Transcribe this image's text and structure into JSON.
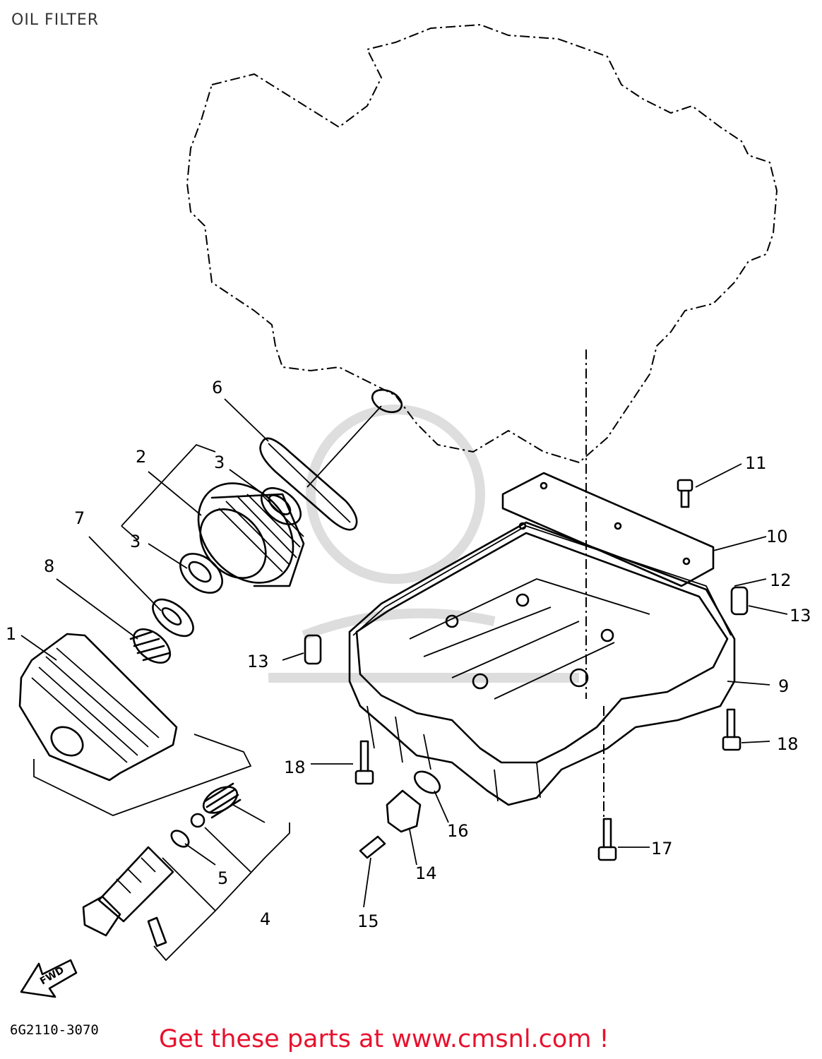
{
  "page": {
    "title": "OIL FILTER",
    "diagram_code": "6G2110-3070",
    "cta": "Get these parts at www.cmsnl.com !",
    "fwd_label": "FWD",
    "watermark_name": "watermark-logo"
  },
  "callouts": [
    {
      "id": "1",
      "label": "1"
    },
    {
      "id": "2",
      "label": "2"
    },
    {
      "id": "3a",
      "label": "3"
    },
    {
      "id": "3b",
      "label": "3"
    },
    {
      "id": "4",
      "label": "4"
    },
    {
      "id": "5",
      "label": "5"
    },
    {
      "id": "6",
      "label": "6"
    },
    {
      "id": "7",
      "label": "7"
    },
    {
      "id": "8",
      "label": "8"
    },
    {
      "id": "9",
      "label": "9"
    },
    {
      "id": "10",
      "label": "10"
    },
    {
      "id": "11",
      "label": "11"
    },
    {
      "id": "12",
      "label": "12"
    },
    {
      "id": "13a",
      "label": "13"
    },
    {
      "id": "13b",
      "label": "13"
    },
    {
      "id": "14",
      "label": "14"
    },
    {
      "id": "15",
      "label": "15"
    },
    {
      "id": "16",
      "label": "16"
    },
    {
      "id": "17",
      "label": "17"
    },
    {
      "id": "18a",
      "label": "18"
    },
    {
      "id": "18b",
      "label": "18"
    }
  ]
}
